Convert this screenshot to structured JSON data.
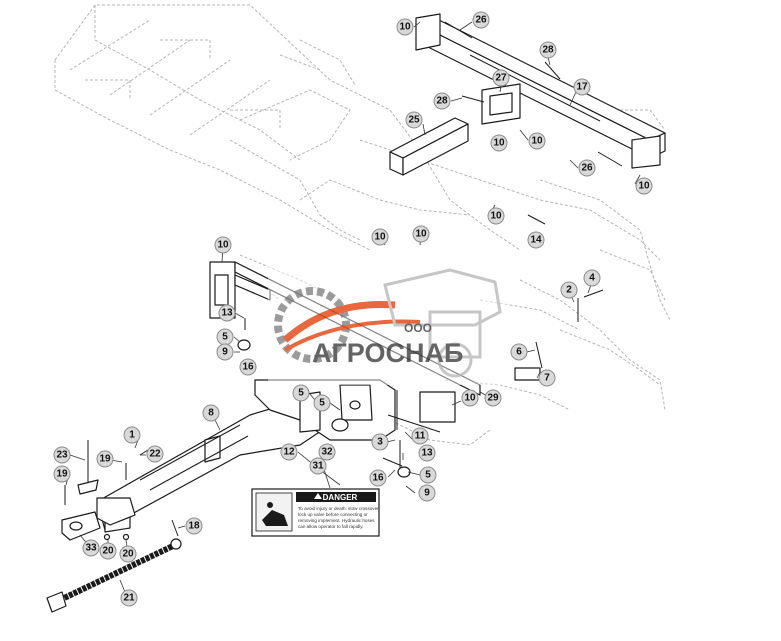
{
  "callouts": [
    {
      "id": "c-10-a",
      "label": "10"
    },
    {
      "id": "c-26-a",
      "label": "26"
    },
    {
      "id": "c-28-a",
      "label": "28"
    },
    {
      "id": "c-17",
      "label": "17"
    },
    {
      "id": "c-27",
      "label": "27"
    },
    {
      "id": "c-28-b",
      "label": "28"
    },
    {
      "id": "c-25",
      "label": "25"
    },
    {
      "id": "c-10-b",
      "label": "10"
    },
    {
      "id": "c-10-c",
      "label": "10"
    },
    {
      "id": "c-26-b",
      "label": "26"
    },
    {
      "id": "c-10-d",
      "label": "10"
    },
    {
      "id": "c-10-e",
      "label": "10"
    },
    {
      "id": "c-10-f",
      "label": "10"
    },
    {
      "id": "c-10-g",
      "label": "10"
    },
    {
      "id": "c-14",
      "label": "14"
    },
    {
      "id": "c-10-h",
      "label": "10"
    },
    {
      "id": "c-4",
      "label": "4"
    },
    {
      "id": "c-2",
      "label": "2"
    },
    {
      "id": "c-13-a",
      "label": "13"
    },
    {
      "id": "c-5-a",
      "label": "5"
    },
    {
      "id": "c-9-a",
      "label": "9"
    },
    {
      "id": "c-16-a",
      "label": "16"
    },
    {
      "id": "c-6",
      "label": "6"
    },
    {
      "id": "c-7",
      "label": "7"
    },
    {
      "id": "c-29",
      "label": "29"
    },
    {
      "id": "c-10-i",
      "label": "10"
    },
    {
      "id": "c-5-b",
      "label": "5"
    },
    {
      "id": "c-5-c",
      "label": "5"
    },
    {
      "id": "c-8",
      "label": "8"
    },
    {
      "id": "c-11",
      "label": "11"
    },
    {
      "id": "c-3",
      "label": "3"
    },
    {
      "id": "c-13-b",
      "label": "13"
    },
    {
      "id": "c-1",
      "label": "1"
    },
    {
      "id": "c-12",
      "label": "12"
    },
    {
      "id": "c-32",
      "label": "32"
    },
    {
      "id": "c-31",
      "label": "31"
    },
    {
      "id": "c-5-d",
      "label": "5"
    },
    {
      "id": "c-16-b",
      "label": "16"
    },
    {
      "id": "c-9-b",
      "label": "9"
    },
    {
      "id": "c-23",
      "label": "23"
    },
    {
      "id": "c-19-a",
      "label": "19"
    },
    {
      "id": "c-22",
      "label": "22"
    },
    {
      "id": "c-19-b",
      "label": "19"
    },
    {
      "id": "c-18",
      "label": "18"
    },
    {
      "id": "c-33",
      "label": "33"
    },
    {
      "id": "c-20-a",
      "label": "20"
    },
    {
      "id": "c-20-b",
      "label": "20"
    },
    {
      "id": "c-21",
      "label": "21"
    }
  ],
  "danger_label": {
    "title": "DANGER",
    "body_lines": [
      "To avoid injury or death: stow crossover",
      "lock up valve before connecting or",
      "removing implement. Hydraulic hoses",
      "can allow operator to fall rapidly."
    ]
  },
  "watermark": {
    "prefix": "ООО",
    "name": "АГРОСНАБ",
    "accent_color": "#e74c1c"
  },
  "colors": {
    "callout_fill": "#d9d9d9",
    "line": "#1a1a1a",
    "ghost": "#b5b5b5",
    "danger_header": "#1a1a1a"
  }
}
